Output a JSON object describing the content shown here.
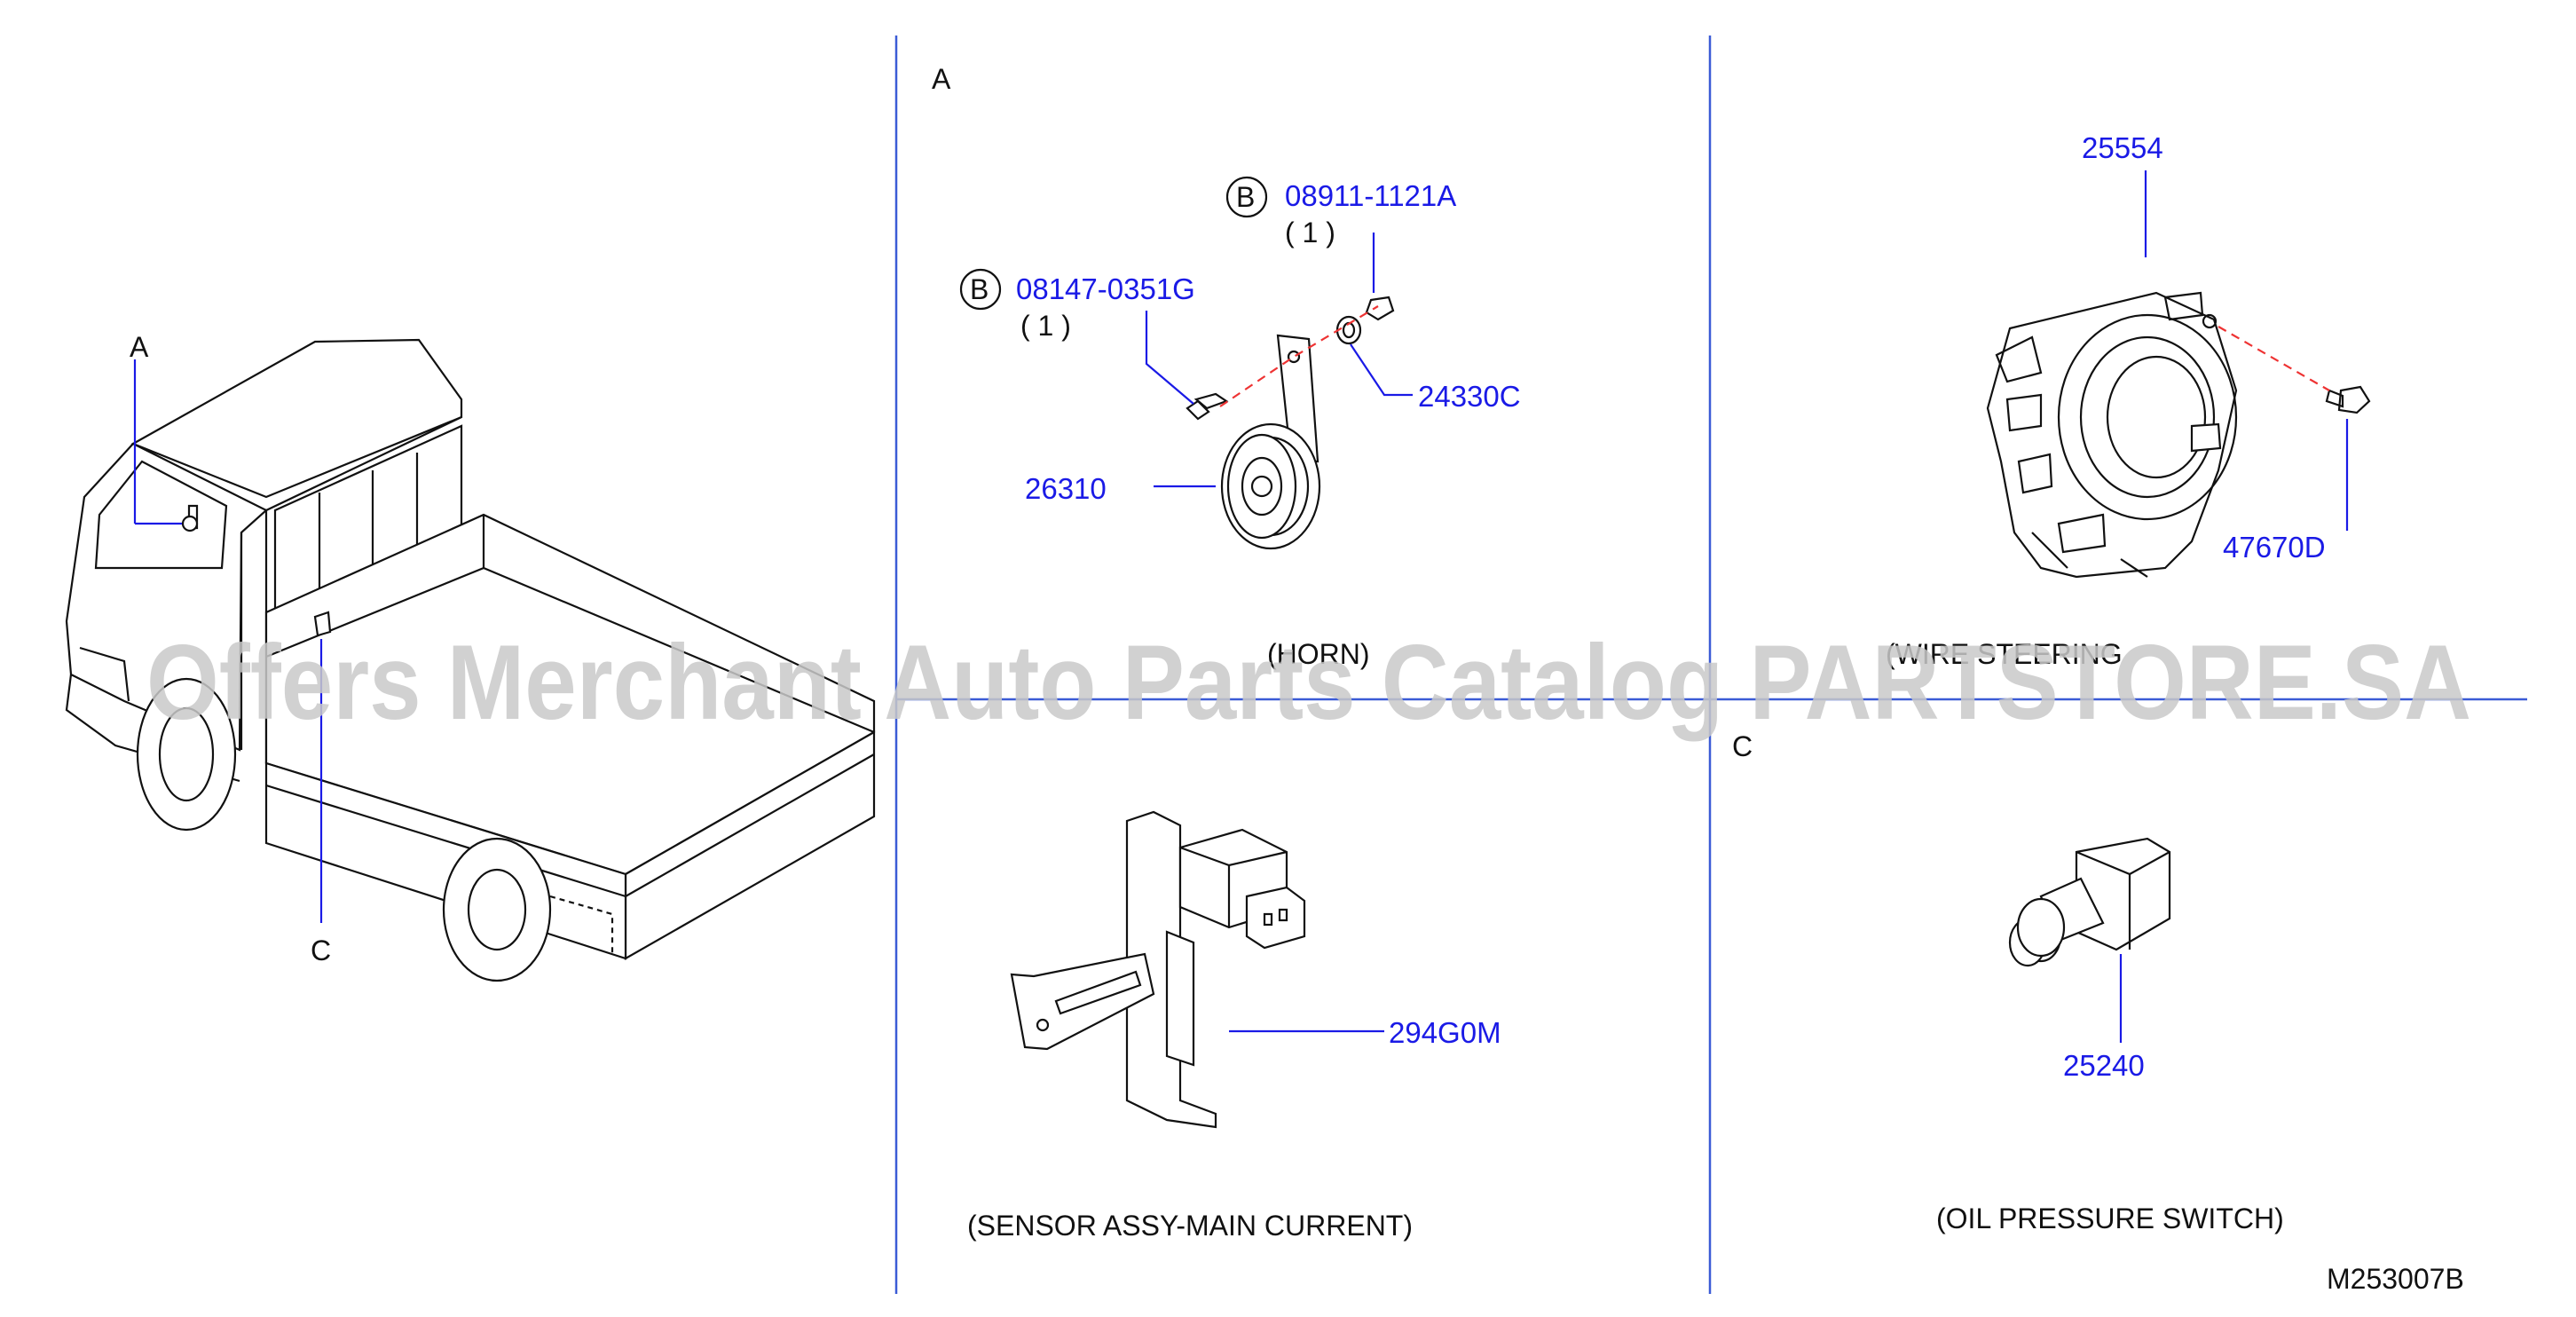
{
  "section_labels": {
    "a_vehicle": "A",
    "c_vehicle": "C",
    "a_panel": "A",
    "c_panel": "C"
  },
  "horn": {
    "bolt_b1_circle": "B",
    "bolt_b1_part": "08911-1121A",
    "bolt_b1_qty": "( 1 )",
    "bolt_b2_circle": "B",
    "bolt_b2_part": "08147-0351G",
    "bolt_b2_qty": "( 1 )",
    "washer_part": "24330C",
    "horn_part": "26310",
    "caption": "(HORN)"
  },
  "wire_steering": {
    "spiral_part": "25554",
    "screw_part": "47670D",
    "caption": "(WIRE STEERING"
  },
  "sensor": {
    "part": "294G0M",
    "caption": "(SENSOR ASSY-MAIN CURRENT)"
  },
  "oil_switch": {
    "part": "25240",
    "caption": "(OIL PRESSURE SWITCH)"
  },
  "diagram_code": "M253007B",
  "watermark": "Offers Merchant Auto Parts Catalog PARTSTORE.SA",
  "colors": {
    "part_number": "#1a1ae6",
    "divider": "#3b5bd6",
    "leader": "#1a1ae6",
    "centerline": "#e33333"
  }
}
